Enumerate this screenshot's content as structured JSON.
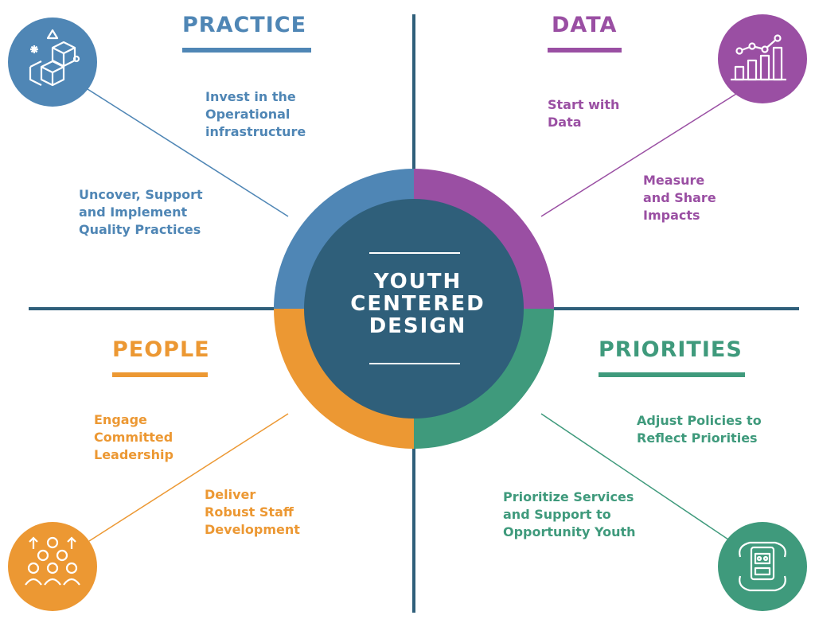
{
  "colors": {
    "practice": "#4f86b5",
    "data": "#9a4fa3",
    "people": "#ec9833",
    "priorities": "#3f9a7c",
    "center": "#2f5f7a",
    "axis": "#2f5f7a"
  },
  "center": {
    "title": "YOUTH\nCENTERED\nDESIGN"
  },
  "quadrants": {
    "practice": {
      "heading": "PRACTICE",
      "icon": "cubes-icon",
      "items": [
        "Invest in the\nOperational\ninfrastructure",
        "Uncover, Support\nand Implement\nQuality Practices"
      ]
    },
    "data": {
      "heading": "DATA",
      "icon": "bar-line-chart-icon",
      "items": [
        "Start with\nData",
        "Measure\nand Share\nImpacts"
      ]
    },
    "people": {
      "heading": "PEOPLE",
      "icon": "group-growth-icon",
      "items": [
        "Engage\nCommitted\nLeadership",
        "Deliver\nRobust Staff\nDevelopment"
      ]
    },
    "priorities": {
      "heading": "PRIORITIES",
      "icon": "hands-holding-device-icon",
      "items": [
        "Adjust Policies to\nReflect Priorities",
        "Prioritize Services\nand Support to\nOpportunity Youth"
      ]
    }
  }
}
